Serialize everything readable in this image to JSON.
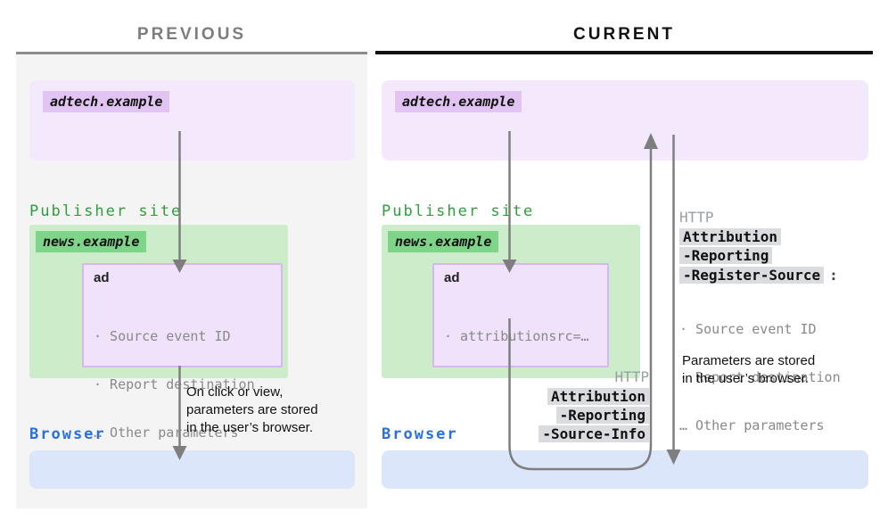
{
  "previous": {
    "title": "PREVIOUS",
    "adtech_label": "adtech.example",
    "publisher_label": "Publisher site",
    "news_label": "news.example",
    "ad_title": "ad",
    "ad_bullets": [
      "· Source event ID",
      "· Report destination",
      "… Other parameters"
    ],
    "note_line1": "On click or view,",
    "note_line2": "parameters are stored",
    "note_line3": "in the user’s browser.",
    "browser_label": "Browser"
  },
  "current": {
    "title": "CURRENT",
    "adtech_label": "adtech.example",
    "publisher_label": "Publisher site",
    "news_label": "news.example",
    "ad_title": "ad",
    "ad_bullets": [
      "· attributionsrc=…"
    ],
    "response_flow": {
      "protocol": "HTTP",
      "header_parts": [
        "Attribution",
        "-Reporting",
        "-Register-Source"
      ],
      "colon": ":",
      "bullets": [
        "· Source event ID",
        "· Report destination",
        "… Other parameters"
      ],
      "note_line1": "Parameters are stored",
      "note_line2": "in the user’s browser."
    },
    "request_flow": {
      "protocol": "HTTP",
      "header_parts": [
        "Attribution",
        "-Reporting",
        "-Source-Info"
      ]
    },
    "browser_label": "Browser"
  },
  "colors": {
    "purple_box": "#f3e8fc",
    "purple_highlight": "#e1c4f2",
    "green_box": "#ccecca",
    "green_highlight": "#7ed488",
    "green_text": "#2f9e3c",
    "blue_text": "#2a6fe0",
    "blue_box": "#dbe6fa",
    "ad_box_fill": "#f0e2fa",
    "ad_box_border": "#d5b8ef",
    "header_chip_bg": "#dadce0",
    "gray_text": "#87898c",
    "http_gray": "#9aa0a6",
    "arrow_gray": "#7e7e7e",
    "panel_gray": "#f4f4f4"
  }
}
